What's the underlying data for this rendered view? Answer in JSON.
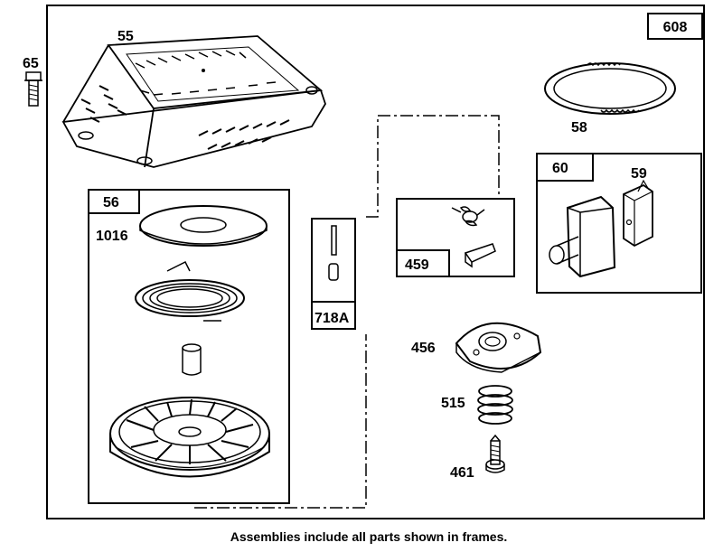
{
  "labels": {
    "main_frame": "608",
    "bolt": "65",
    "housing": "55",
    "spring_coil": "58",
    "recoil_frame": "56",
    "washer": "1016",
    "pin_kit": "718A",
    "spring_kit": "459",
    "block_kit": "60",
    "clip": "59",
    "plate": "456",
    "spring": "515",
    "screw": "461"
  },
  "caption": "Assemblies include all parts shown in frames."
}
